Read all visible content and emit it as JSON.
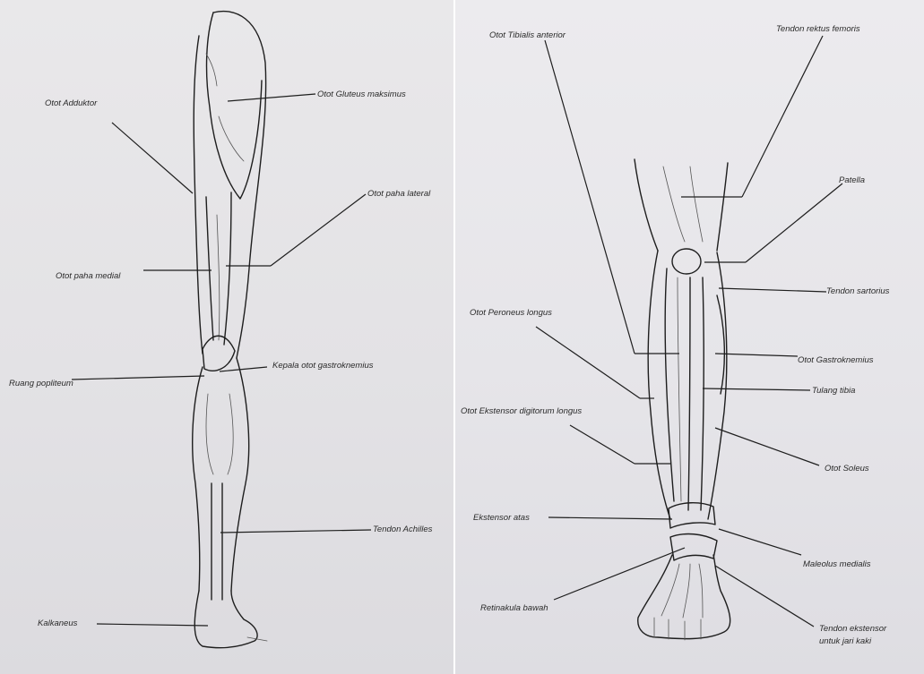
{
  "left_panel": {
    "labels": {
      "adduktor": "Otot Adduktor",
      "gluteus": "Otot Gluteus maksimus",
      "paha_lateral": "Otot paha lateral",
      "paha_medial": "Otot paha medial",
      "ruang_popliteum": "Ruang popliteum",
      "kepala_gastroknemius": "Kepala otot gastroknemius",
      "tendon_achilles": "Tendon Achilles",
      "kalkaneus": "Kalkaneus"
    }
  },
  "right_panel": {
    "labels": {
      "tibialis_anterior": "Otot Tibialis anterior",
      "tendon_rektus": "Tendon rektus femoris",
      "patella": "Patella",
      "tendon_sartorius": "Tendon sartorius",
      "peroneus_longus": "Otot Peroneus longus",
      "gastroknemius": "Otot Gastroknemius",
      "tulang_tibia": "Tulang tibia",
      "ekstensor_digitorum": "Otot Ekstensor digitorum longus",
      "soleus": "Otot Soleus",
      "ekstensor_atas": "Ekstensor atas",
      "maleolus_medialis": "Maleolus medialis",
      "retinakula_bawah": "Retinakula bawah",
      "tendon_ekstensor_1": "Tendon ekstensor",
      "tendon_ekstensor_2": "untuk jari kaki"
    }
  }
}
